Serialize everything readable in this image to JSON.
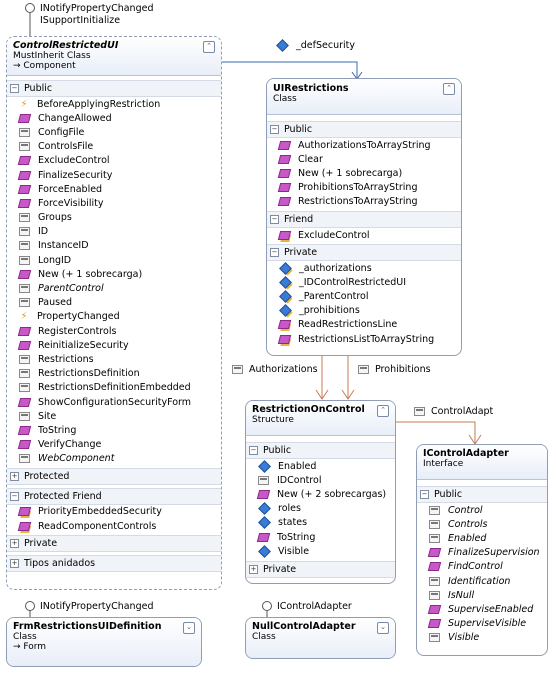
{
  "lollipops": {
    "top_left": [
      "INotifyPropertyChanged",
      "ISupportInitialize"
    ],
    "bottom_left": [
      "INotifyPropertyChanged"
    ],
    "bottom_mid": [
      "IControlAdapter"
    ]
  },
  "associations": {
    "def_security": "_defSecurity",
    "authorizations": "Authorizations",
    "prohibitions": "Prohibitions",
    "control_adapt": "ControlAdapt"
  },
  "control_restricted_ui": {
    "title": "ControlRestrictedUI",
    "subtitle": "MustInherit Class",
    "base": "→ Component",
    "sections": {
      "public": "Public",
      "protected": "Protected",
      "protected_friend": "Protected Friend",
      "private": "Private",
      "nested": "Tipos anidados"
    },
    "public_items": [
      {
        "label": "BeforeApplyingRestriction",
        "icon": "event"
      },
      {
        "label": "ChangeAllowed",
        "icon": "method"
      },
      {
        "label": "ConfigFile",
        "icon": "prop"
      },
      {
        "label": "ControlsFile",
        "icon": "prop"
      },
      {
        "label": "ExcludeControl",
        "icon": "method"
      },
      {
        "label": "FinalizeSecurity",
        "icon": "method"
      },
      {
        "label": "ForceEnabled",
        "icon": "method"
      },
      {
        "label": "ForceVisibility",
        "icon": "method"
      },
      {
        "label": "Groups",
        "icon": "prop"
      },
      {
        "label": "ID",
        "icon": "prop"
      },
      {
        "label": "InstanceID",
        "icon": "prop"
      },
      {
        "label": "LongID",
        "icon": "prop"
      },
      {
        "label": "New (+ 1 sobrecarga)",
        "icon": "method"
      },
      {
        "label": "ParentControl",
        "icon": "prop",
        "italic": true
      },
      {
        "label": "Paused",
        "icon": "prop"
      },
      {
        "label": "PropertyChanged",
        "icon": "event"
      },
      {
        "label": "RegisterControls",
        "icon": "method"
      },
      {
        "label": "ReinitializeSecurity",
        "icon": "method"
      },
      {
        "label": "Restrictions",
        "icon": "prop"
      },
      {
        "label": "RestrictionsDefinition",
        "icon": "prop"
      },
      {
        "label": "RestrictionsDefinitionEmbedded",
        "icon": "prop"
      },
      {
        "label": "ShowConfigurationSecurityForm",
        "icon": "method"
      },
      {
        "label": "Site",
        "icon": "prop"
      },
      {
        "label": "ToString",
        "icon": "method"
      },
      {
        "label": "VerifyChange",
        "icon": "method"
      },
      {
        "label": "WebComponent",
        "icon": "prop",
        "italic": true
      }
    ],
    "protected_friend_items": [
      {
        "label": "PriorityEmbeddedSecurity",
        "icon": "lock"
      },
      {
        "label": "ReadComponentControls",
        "icon": "lock"
      }
    ]
  },
  "ui_restrictions": {
    "title": "UIRestrictions",
    "subtitle": "Class",
    "sections": {
      "public": "Public",
      "friend": "Friend",
      "private": "Private"
    },
    "public_items": [
      {
        "label": "AuthorizationsToArrayString",
        "icon": "method"
      },
      {
        "label": "Clear",
        "icon": "method"
      },
      {
        "label": "New (+ 1 sobrecarga)",
        "icon": "method"
      },
      {
        "label": "ProhibitionsToArrayString",
        "icon": "method"
      },
      {
        "label": "RestrictionsToArrayString",
        "icon": "method"
      }
    ],
    "friend_items": [
      {
        "label": "ExcludeControl",
        "icon": "lock"
      }
    ],
    "private_items": [
      {
        "label": "_authorizations",
        "icon": "lockf"
      },
      {
        "label": "_IDControlRestrictedUI",
        "icon": "lockf"
      },
      {
        "label": "_ParentControl",
        "icon": "lockf"
      },
      {
        "label": "_prohibitions",
        "icon": "lockf"
      },
      {
        "label": "ReadRestrictionsLine",
        "icon": "lock"
      },
      {
        "label": "RestrictionsListToArrayString",
        "icon": "lock"
      }
    ]
  },
  "restriction_on_control": {
    "title": "RestrictionOnControl",
    "subtitle": "Structure",
    "sections": {
      "public": "Public",
      "private": "Private"
    },
    "public_items": [
      {
        "label": "Enabled",
        "icon": "field"
      },
      {
        "label": "IDControl",
        "icon": "prop"
      },
      {
        "label": "New (+ 2 sobrecargas)",
        "icon": "method"
      },
      {
        "label": "roles",
        "icon": "field"
      },
      {
        "label": "states",
        "icon": "field"
      },
      {
        "label": "ToString",
        "icon": "method"
      },
      {
        "label": "Visible",
        "icon": "field"
      }
    ]
  },
  "icontrol_adapter": {
    "title": "IControlAdapter",
    "subtitle": "Interface",
    "sections": {
      "public": "Public"
    },
    "public_items": [
      {
        "label": "Control",
        "icon": "prop",
        "italic": true
      },
      {
        "label": "Controls",
        "icon": "prop",
        "italic": true
      },
      {
        "label": "Enabled",
        "icon": "prop",
        "italic": true
      },
      {
        "label": "FinalizeSupervision",
        "icon": "method",
        "italic": true
      },
      {
        "label": "FindControl",
        "icon": "method",
        "italic": true
      },
      {
        "label": "Identification",
        "icon": "prop",
        "italic": true
      },
      {
        "label": "IsNull",
        "icon": "prop",
        "italic": true
      },
      {
        "label": "SuperviseEnabled",
        "icon": "method",
        "italic": true
      },
      {
        "label": "SuperviseVisible",
        "icon": "method",
        "italic": true
      },
      {
        "label": "Visible",
        "icon": "prop",
        "italic": true
      }
    ]
  },
  "frm_restrictions": {
    "title": "FrmRestrictionsUIDefinition",
    "subtitle": "Class",
    "base": "→ Form"
  },
  "null_control_adapter": {
    "title": "NullControlAdapter",
    "subtitle": "Class"
  },
  "glyphs": {
    "collapse_up": "⌃",
    "expand_down": "⌄",
    "minus": "−",
    "plus": "+"
  }
}
